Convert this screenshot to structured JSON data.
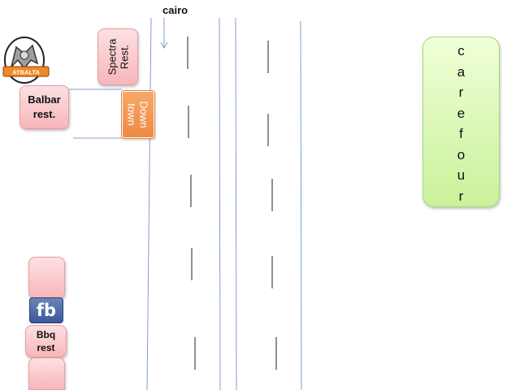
{
  "city": "cairo",
  "places": {
    "spectra": "Spectra\nRest.",
    "downtown": "Down\ntown",
    "balbar": "Balbar\nrest.",
    "bbq": "Bbq\nrest",
    "carefour": [
      "c",
      "a",
      "r",
      "e",
      "f",
      "o",
      "u",
      "r"
    ],
    "logo_text": "ATBALTA"
  },
  "icons": {
    "fb": "fb"
  },
  "colors": {
    "road_line": "#7f9fc9",
    "lane_mark": "#222222",
    "pink_box": "#f7b6ba",
    "orange_box": "#ee8a43",
    "green_box": "#c9f19a",
    "fb_blue": "#3b5998"
  }
}
